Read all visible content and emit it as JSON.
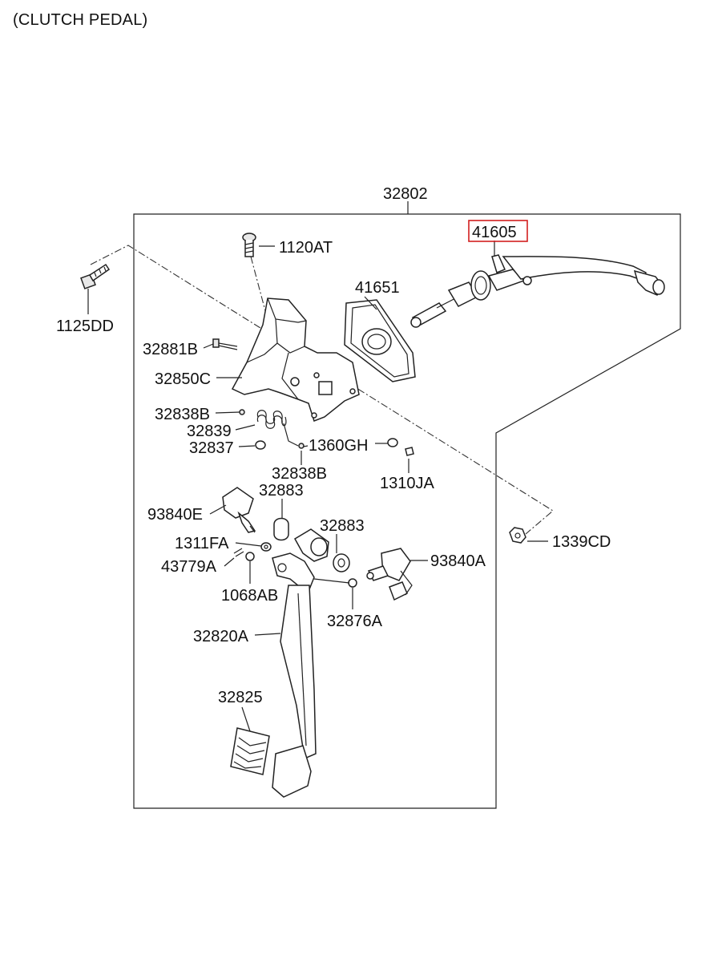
{
  "title": "(CLUTCH PEDAL)",
  "highlight_color": "#d21f1f",
  "parts": {
    "p32802": "32802",
    "p41605": "41605",
    "p1120AT": "1120AT",
    "p41651": "41651",
    "p1125DD": "1125DD",
    "p32881B": "32881B",
    "p32850C": "32850C",
    "p32838B_a": "32838B",
    "p32839": "32839",
    "p32837": "32837",
    "p1360GH": "1360GH",
    "p32838B_b": "32838B",
    "p1310JA": "1310JA",
    "p32883_a": "32883",
    "p93840E": "93840E",
    "p32883_b": "32883",
    "p1311FA": "1311FA",
    "p93840A": "93840A",
    "p1339CD": "1339CD",
    "p43779A": "43779A",
    "p1068AB": "1068AB",
    "p32876A": "32876A",
    "p32820A": "32820A",
    "p32825": "32825"
  },
  "highlighted_part": "41605"
}
